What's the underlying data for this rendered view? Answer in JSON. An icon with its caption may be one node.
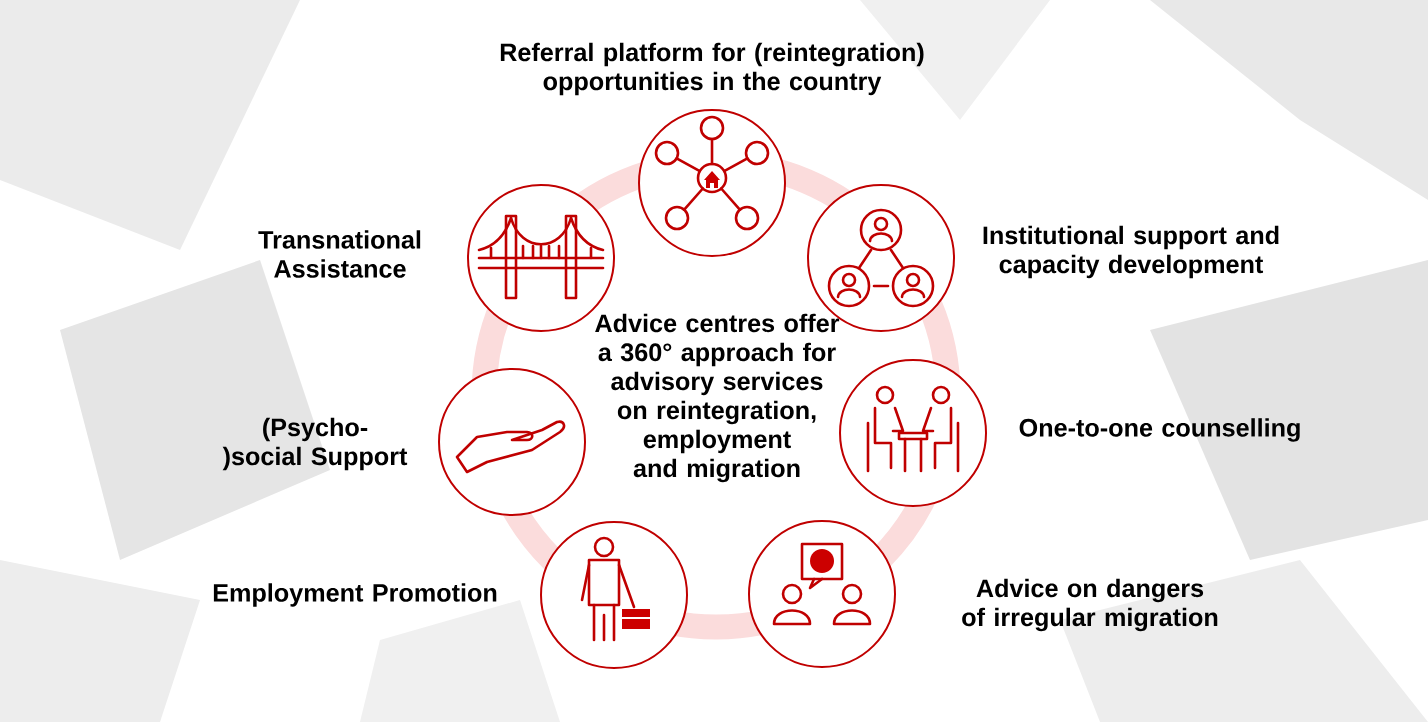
{
  "diagram": {
    "nodes": [
      {
        "text": [],
        "shape": "circle",
        "beside": [
          "Referral platform for (reintegration) opportunities in the country"
        ]
      },
      {
        "text": [],
        "shape": "circle",
        "beside": [
          "Transnational Assistance"
        ]
      },
      {
        "text": [],
        "shape": "circle",
        "beside": [
          "Institutional support and capacity development"
        ]
      },
      {
        "text": [],
        "shape": "circle",
        "beside": [
          "(Psycho-)social Support"
        ]
      },
      {
        "text": [],
        "shape": "circle",
        "beside": [
          "One-to-one counselling"
        ]
      },
      {
        "text": [],
        "shape": "circle",
        "beside": [
          "Employment Promotion"
        ]
      },
      {
        "text": [],
        "shape": "circle",
        "beside": [
          "Advice on dangers of irregular migration"
        ]
      }
    ],
    "labels": [
      "Advice centres offer a 360° approach for advisory services on reintegration, employment and migration"
    ]
  }
}
